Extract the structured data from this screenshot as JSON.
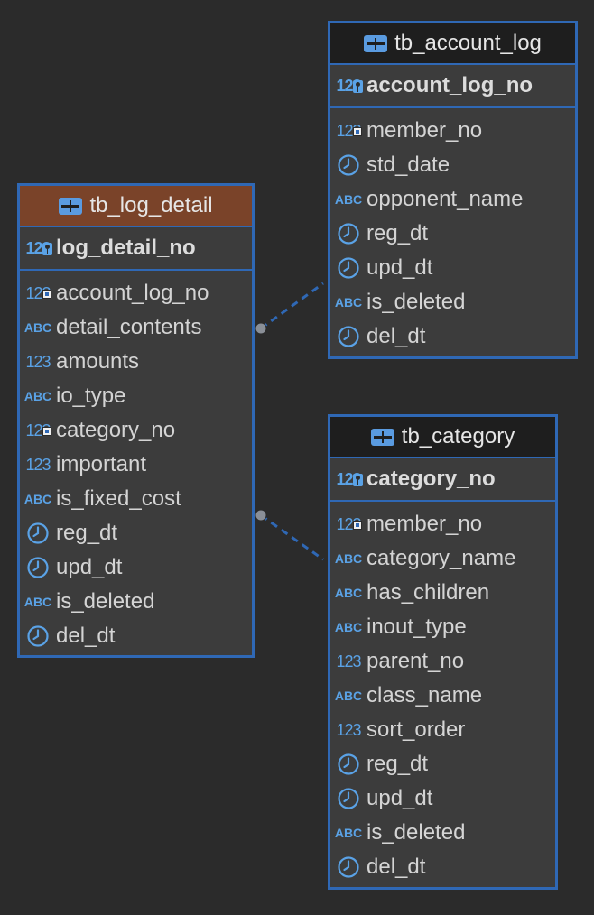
{
  "colors": {
    "background": "#2b2b2b",
    "border": "#2f68b5",
    "header_dark": "#1e1e1e",
    "header_selected": "#7a4329",
    "type_icon": "#5aa2e6"
  },
  "tables": {
    "account_log": {
      "name": "tb_account_log",
      "pk": {
        "name": "account_log_no",
        "type": "123"
      },
      "columns": [
        {
          "name": "member_no",
          "type": "123"
        },
        {
          "name": "std_date",
          "type": "clock"
        },
        {
          "name": "opponent_name",
          "type": "ABC"
        },
        {
          "name": "reg_dt",
          "type": "clock"
        },
        {
          "name": "upd_dt",
          "type": "clock"
        },
        {
          "name": "is_deleted",
          "type": "ABC"
        },
        {
          "name": "del_dt",
          "type": "clock"
        }
      ]
    },
    "log_detail": {
      "name": "tb_log_detail",
      "pk": {
        "name": "log_detail_no",
        "type": "123"
      },
      "columns": [
        {
          "name": "account_log_no",
          "type": "123"
        },
        {
          "name": "detail_contents",
          "type": "ABC"
        },
        {
          "name": "amounts",
          "type": "123"
        },
        {
          "name": "io_type",
          "type": "ABC"
        },
        {
          "name": "category_no",
          "type": "123"
        },
        {
          "name": "important",
          "type": "123"
        },
        {
          "name": "is_fixed_cost",
          "type": "ABC"
        },
        {
          "name": "reg_dt",
          "type": "clock"
        },
        {
          "name": "upd_dt",
          "type": "clock"
        },
        {
          "name": "is_deleted",
          "type": "ABC"
        },
        {
          "name": "del_dt",
          "type": "clock"
        }
      ]
    },
    "category": {
      "name": "tb_category",
      "pk": {
        "name": "category_no",
        "type": "123"
      },
      "columns": [
        {
          "name": "member_no",
          "type": "123"
        },
        {
          "name": "category_name",
          "type": "ABC"
        },
        {
          "name": "has_children",
          "type": "ABC"
        },
        {
          "name": "inout_type",
          "type": "ABC"
        },
        {
          "name": "parent_no",
          "type": "123"
        },
        {
          "name": "class_name",
          "type": "ABC"
        },
        {
          "name": "sort_order",
          "type": "123"
        },
        {
          "name": "reg_dt",
          "type": "clock"
        },
        {
          "name": "upd_dt",
          "type": "clock"
        },
        {
          "name": "is_deleted",
          "type": "ABC"
        },
        {
          "name": "del_dt",
          "type": "clock"
        }
      ]
    }
  },
  "type_labels": {
    "number": "123",
    "string": "ABC"
  }
}
